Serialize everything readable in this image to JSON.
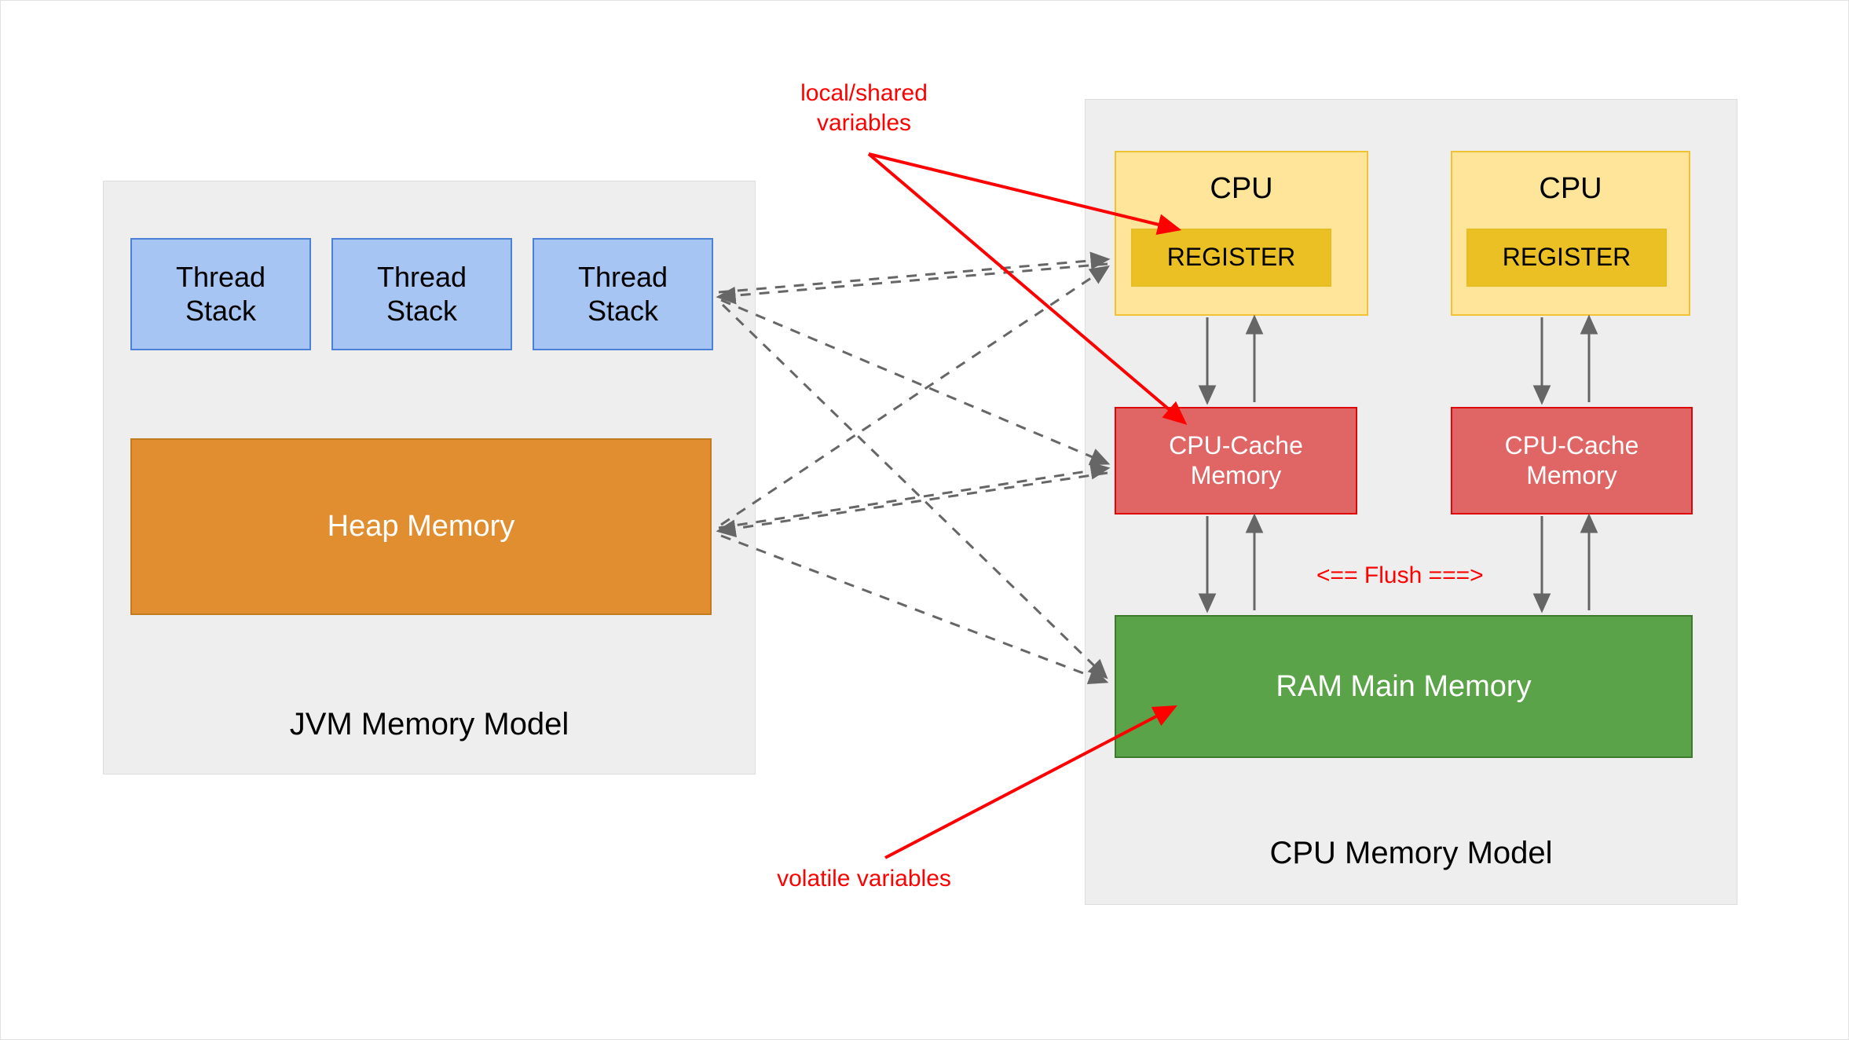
{
  "diagram": {
    "title_jvm": "JVM Memory Model",
    "title_cpu": "CPU Memory Model"
  },
  "jvm": {
    "label": "JVM Memory Model",
    "thread_stacks": [
      {
        "label": "Thread\nStack"
      },
      {
        "label": "Thread\nStack"
      },
      {
        "label": "Thread\nStack"
      }
    ],
    "heap": {
      "label": "Heap Memory"
    }
  },
  "cpu_model": {
    "label": "CPU Memory Model",
    "cpus": [
      {
        "label": "CPU",
        "register": "REGISTER",
        "cache": "CPU-Cache\nMemory"
      },
      {
        "label": "CPU",
        "register": "REGISTER",
        "cache": "CPU-Cache\nMemory"
      }
    ],
    "ram": {
      "label": "RAM Main Memory"
    },
    "flush_label": "<== Flush ===>"
  },
  "annotations": [
    {
      "id": "local-shared",
      "text": "local/shared\nvariables"
    },
    {
      "id": "volatile",
      "text": "volatile variables"
    }
  ],
  "colors": {
    "thread_stack_fill": "#a7c5f2",
    "thread_stack_border": "#4b80d6",
    "heap_fill": "#e18e31",
    "heap_border": "#c07c1e",
    "cpu_fill": "#ffe599",
    "cpu_border": "#f2c232",
    "register_fill": "#ebc024",
    "cache_fill": "#e06666",
    "cache_border": "#dd0806",
    "ram_fill": "#5aa348",
    "ram_border": "#3d7a2c",
    "group_fill": "#eeeeee",
    "annotation_red": "#ff0000",
    "connector_gray": "#666666"
  }
}
